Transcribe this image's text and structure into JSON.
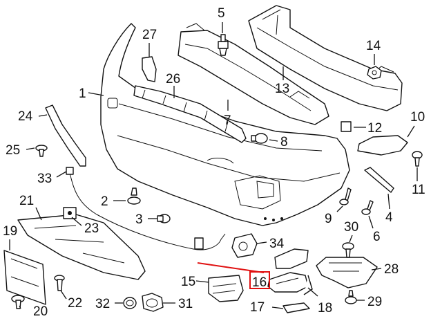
{
  "labels": {
    "p1": "1",
    "p2": "2",
    "p3": "3",
    "p4": "4",
    "p5": "5",
    "p6": "6",
    "p7": "7",
    "p8": "8",
    "p9": "9",
    "p10": "10",
    "p11": "11",
    "p12": "12",
    "p13": "13",
    "p14": "14",
    "p15": "15",
    "p16": "16",
    "p17": "17",
    "p18": "18",
    "p19": "19",
    "p20": "20",
    "p21": "21",
    "p22": "22",
    "p23": "23",
    "p24": "24",
    "p25": "25",
    "p26": "26",
    "p27": "27",
    "p28": "28",
    "p29": "29",
    "p30": "30",
    "p31": "31",
    "p32": "32",
    "p33": "33",
    "p34": "34"
  },
  "highlight": {
    "part": "16",
    "color": "#e01010"
  }
}
